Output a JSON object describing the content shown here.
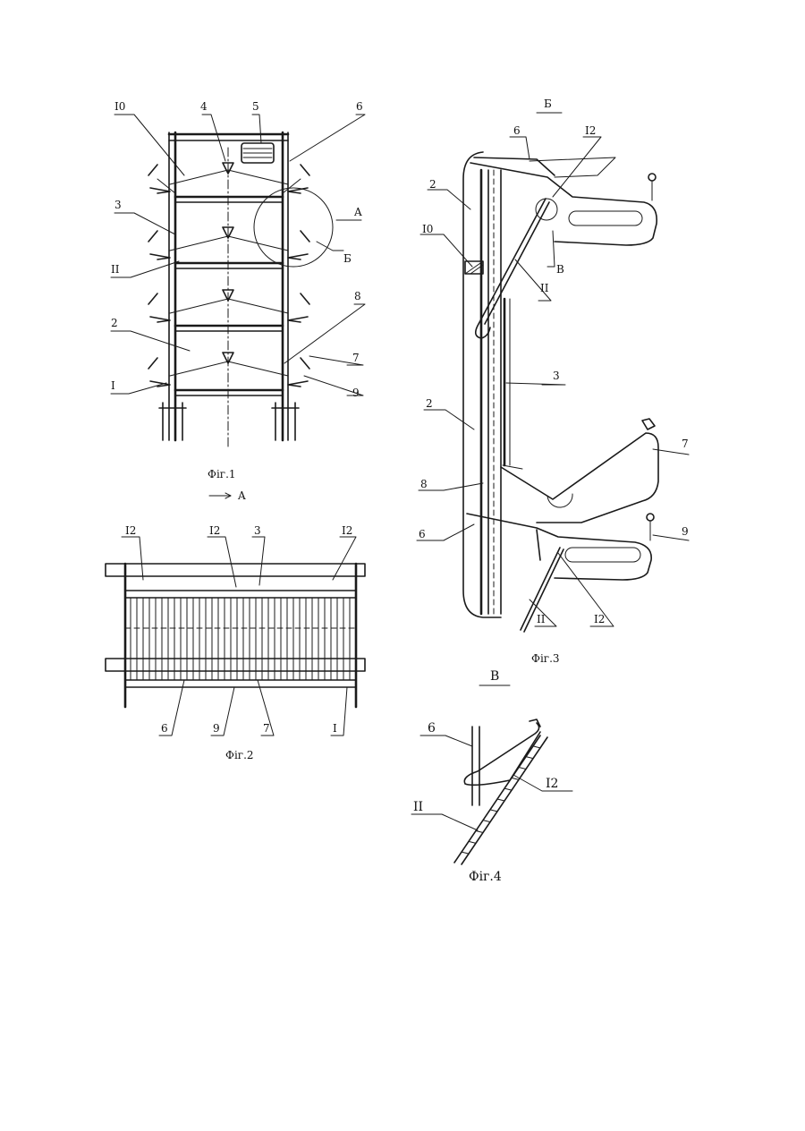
{
  "figures": {
    "fig1": {
      "caption": "Фіг.1",
      "view_arrow": "A",
      "labels": {
        "l10": "I0",
        "l4": "4",
        "l5": "5",
        "l6": "6",
        "l3": "3",
        "lA": "A",
        "l11": "II",
        "lB": "Б",
        "l8": "8",
        "l2": "2",
        "l7": "7",
        "l1": "I",
        "l9": "9"
      }
    },
    "fig2": {
      "caption": "Фіг.2",
      "labels": {
        "l12a": "I2",
        "l12b": "I2",
        "l3": "3",
        "l12c": "I2",
        "l6": "6",
        "l9": "9",
        "l7": "7",
        "l1": "I"
      }
    },
    "fig3": {
      "caption": "Фіг.3",
      "title": "Б",
      "labels": {
        "l6a": "6",
        "l12a": "I2",
        "l2a": "2",
        "l10": "I0",
        "lV": "В",
        "l11a": "II",
        "l3": "3",
        "l2b": "2",
        "l7": "7",
        "l8": "8",
        "l6b": "6",
        "l9": "9",
        "l11b": "II",
        "l12b": "I2"
      }
    },
    "fig4": {
      "caption": "Фіг.4",
      "title": "В",
      "labels": {
        "l6": "6",
        "l12": "I2",
        "l11": "II"
      }
    }
  }
}
